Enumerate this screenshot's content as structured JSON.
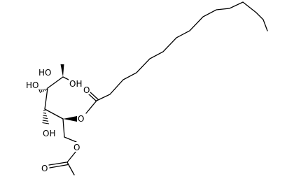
{
  "molecule": {
    "labels": {
      "oh_top": "HO",
      "oh_right": "OH",
      "oh_left": "HO",
      "oh_bottom": "OH",
      "ester_o": "O",
      "carbonyl_o_top": "O",
      "acetate_o": "O",
      "acetate_carbonyl_o": "O"
    }
  }
}
